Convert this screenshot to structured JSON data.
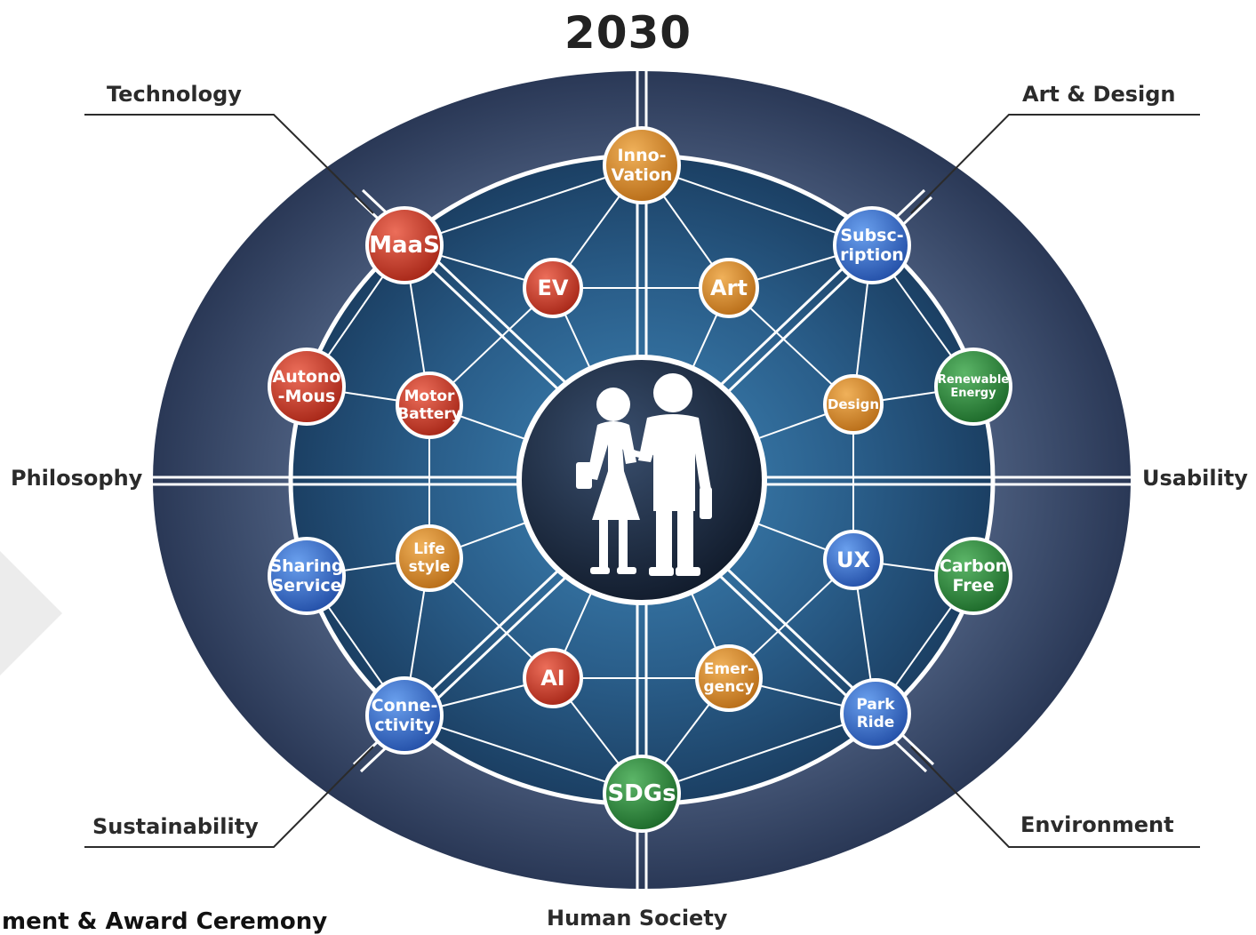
{
  "title": "2030",
  "categories": {
    "technology": "Technology",
    "art_design": "Art & Design",
    "philosophy": "Philosophy",
    "usability": "Usability",
    "sustainability": "Sustainability",
    "environment": "Environment",
    "human_society": "Human Society"
  },
  "footer_text": "ment & Award Ceremony",
  "center": {
    "icon": "people-couple-icon"
  },
  "colors": {
    "red": "#c73a2a",
    "orange": "#d4892a",
    "blue": "#3a6fcf",
    "green": "#2f8a3b",
    "outer_ring": "#2c3d5c",
    "inner_disk": "#1f4a6e"
  },
  "nodes": [
    {
      "id": "innovation",
      "lines": [
        "Inno-",
        "Vation"
      ],
      "color": "orange"
    },
    {
      "id": "maas",
      "lines": [
        "MaaS"
      ],
      "color": "red"
    },
    {
      "id": "subscription",
      "lines": [
        "Subsc-",
        "ription"
      ],
      "color": "blue"
    },
    {
      "id": "ev",
      "lines": [
        "EV"
      ],
      "color": "red"
    },
    {
      "id": "art",
      "lines": [
        "Art"
      ],
      "color": "orange"
    },
    {
      "id": "autonomous",
      "lines": [
        "Autono",
        "-Mous"
      ],
      "color": "red"
    },
    {
      "id": "motor-battery",
      "lines": [
        "Motor",
        "Battery"
      ],
      "color": "red"
    },
    {
      "id": "design",
      "lines": [
        "Design"
      ],
      "color": "orange"
    },
    {
      "id": "renewable-energy",
      "lines": [
        "Renewable",
        "Energy"
      ],
      "color": "green"
    },
    {
      "id": "sharing-service",
      "lines": [
        "Sharing",
        "Service"
      ],
      "color": "blue"
    },
    {
      "id": "lifestyle",
      "lines": [
        "Life",
        "style"
      ],
      "color": "orange"
    },
    {
      "id": "ux",
      "lines": [
        "UX"
      ],
      "color": "blue"
    },
    {
      "id": "carbon-free",
      "lines": [
        "Carbon",
        "Free"
      ],
      "color": "green"
    },
    {
      "id": "ai",
      "lines": [
        "AI"
      ],
      "color": "red"
    },
    {
      "id": "emergency",
      "lines": [
        "Emer-",
        "gency"
      ],
      "color": "orange"
    },
    {
      "id": "connectivity",
      "lines": [
        "Conne-",
        "ctivity"
      ],
      "color": "blue"
    },
    {
      "id": "park-ride",
      "lines": [
        "Park",
        "Ride"
      ],
      "color": "blue"
    },
    {
      "id": "sdgs",
      "lines": [
        "SDGs"
      ],
      "color": "green"
    }
  ]
}
